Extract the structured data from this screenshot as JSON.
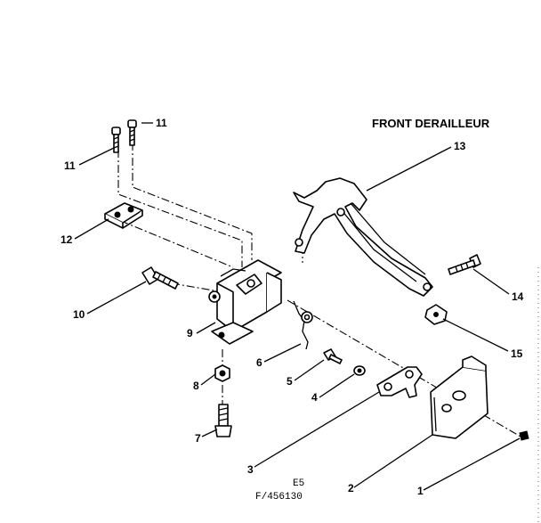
{
  "title": "FRONT DERAILLEUR",
  "codes": {
    "line1": "E5",
    "line2": "F/456130"
  },
  "callouts": [
    {
      "id": "1",
      "label": "1"
    },
    {
      "id": "2",
      "label": "2"
    },
    {
      "id": "3",
      "label": "3"
    },
    {
      "id": "4",
      "label": "4"
    },
    {
      "id": "5",
      "label": "5"
    },
    {
      "id": "6",
      "label": "6"
    },
    {
      "id": "7",
      "label": "7"
    },
    {
      "id": "8",
      "label": "8"
    },
    {
      "id": "9",
      "label": "9"
    },
    {
      "id": "10",
      "label": "10"
    },
    {
      "id": "11a",
      "label": "11"
    },
    {
      "id": "11b",
      "label": "11"
    },
    {
      "id": "12",
      "label": "12"
    },
    {
      "id": "13",
      "label": "13"
    },
    {
      "id": "14",
      "label": "14"
    },
    {
      "id": "15",
      "label": "15"
    }
  ]
}
